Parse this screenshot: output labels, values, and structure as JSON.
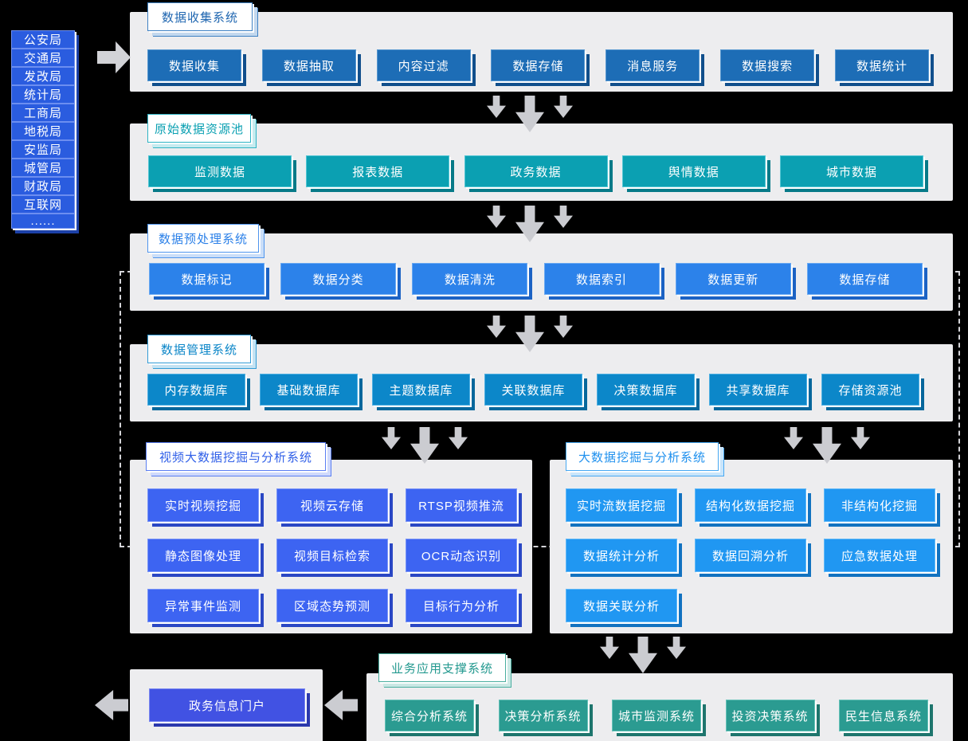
{
  "diagram": {
    "sources": {
      "items": [
        "公安局",
        "交通局",
        "发改局",
        "统计局",
        "工商局",
        "地税局",
        "安监局",
        "城管局",
        "财政局",
        "互联网",
        "......"
      ]
    },
    "sections": {
      "collect": {
        "title": "数据收集系统",
        "items": [
          "数据收集",
          "数据抽取",
          "内容过滤",
          "数据存储",
          "消息服务",
          "数据搜索",
          "数据统计"
        ]
      },
      "raw": {
        "title": "原始数据资源池",
        "items": [
          "监测数据",
          "报表数据",
          "政务数据",
          "舆情数据",
          "城市数据"
        ]
      },
      "preprocess": {
        "title": "数据预处理系统",
        "items": [
          "数据标记",
          "数据分类",
          "数据清洗",
          "数据索引",
          "数据更新",
          "数据存储"
        ]
      },
      "manage": {
        "title": "数据管理系统",
        "items": [
          "内存数据库",
          "基础数据库",
          "主题数据库",
          "关联数据库",
          "决策数据库",
          "共享数据库",
          "存储资源池"
        ]
      },
      "video": {
        "title": "视频大数据挖掘与分析系统",
        "items": [
          "实时视频挖掘",
          "视频云存储",
          "RTSP视频推流",
          "静态图像处理",
          "视频目标检索",
          "OCR动态识别",
          "异常事件监测",
          "区域态势预测",
          "目标行为分析"
        ]
      },
      "mining": {
        "title": "大数据挖掘与分析系统",
        "items": [
          "实时流数据挖掘",
          "结构化数据挖掘",
          "非结构化挖掘",
          "数据统计分析",
          "数据回溯分析",
          "应急数据处理",
          "数据关联分析"
        ]
      },
      "apps": {
        "title": "业务应用支撑系统",
        "items": [
          "综合分析系统",
          "决策分析系统",
          "城市监测系统",
          "投资决策系统",
          "民生信息系统"
        ]
      },
      "portal": {
        "label": "政务信息门户"
      }
    },
    "colors": {
      "background": "#000000",
      "panel": "#ededef",
      "arrow": "#cbccd1",
      "source_btn": "#2a5cdf",
      "collect_btn": "#1d6db6",
      "raw_btn": "#0ba0b2",
      "preprocess_btn": "#2c82ea",
      "manage_btn": "#0c87c9",
      "video_btn": "#3d64f2",
      "mining_btn": "#2097f2",
      "apps_btn": "#2b9b91",
      "portal_btn": "#4152e3"
    }
  }
}
